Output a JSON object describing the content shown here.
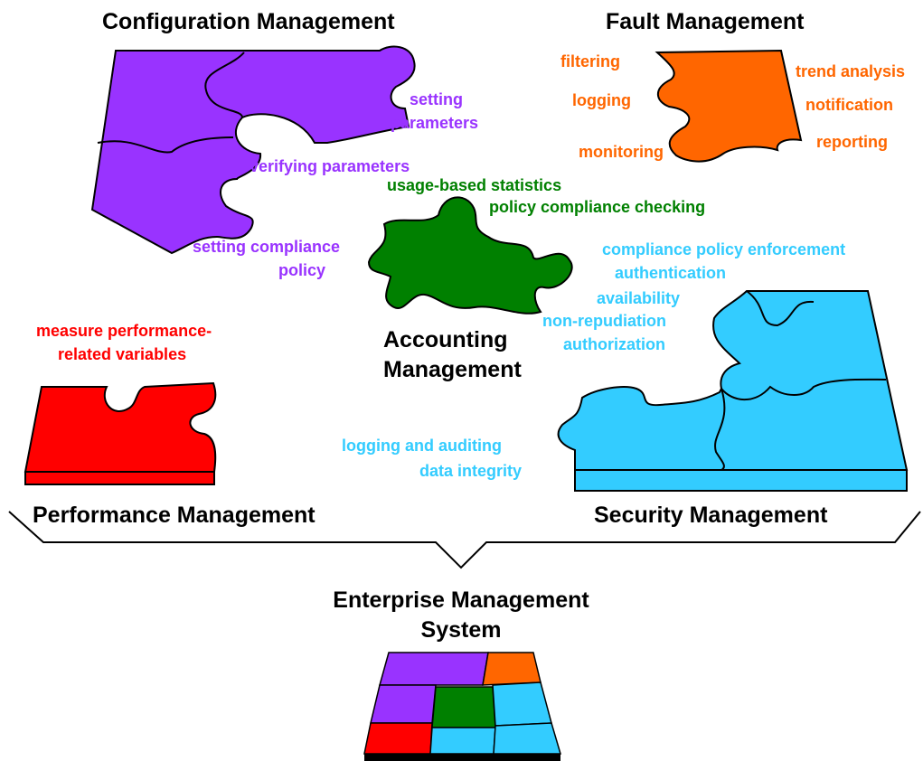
{
  "colors": {
    "configuration": "#9933ff",
    "fault": "#ff6600",
    "accounting": "#008000",
    "performance": "#ff0000",
    "security": "#33ccff",
    "outline": "#000000"
  },
  "configuration": {
    "title": "Configuration Management",
    "items": [
      "setting",
      "parameters",
      "verifying parameters",
      "setting compliance",
      "policy"
    ]
  },
  "fault": {
    "title": "Fault Management",
    "items": [
      "filtering",
      "logging",
      "monitoring",
      "trend analysis",
      "notification",
      "reporting"
    ]
  },
  "accounting": {
    "title_line1": "Accounting",
    "title_line2": "Management",
    "items": [
      "usage-based statistics",
      "policy compliance checking"
    ]
  },
  "performance": {
    "title": "Performance Management",
    "items": [
      "measure performance-",
      "related variables"
    ]
  },
  "security": {
    "title": "Security Management",
    "items": [
      "compliance policy enforcement",
      "authentication",
      "availability",
      "non-repudiation",
      "authorization",
      "logging and auditing",
      "data integrity"
    ]
  },
  "enterprise": {
    "title_line1": "Enterprise Management",
    "title_line2": "System"
  }
}
